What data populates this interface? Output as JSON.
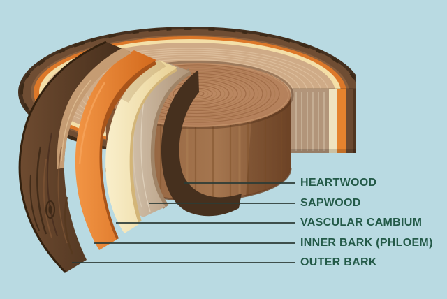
{
  "diagram": {
    "subject": "tree-trunk-cross-section",
    "labels": [
      {
        "id": "heartwood",
        "text": "HEARTWOOD"
      },
      {
        "id": "sapwood",
        "text": "SAPWOOD"
      },
      {
        "id": "vascular-cambium",
        "text": "VASCULAR CAMBIUM"
      },
      {
        "id": "inner-bark",
        "text": "INNER BARK (PHLOEM)"
      },
      {
        "id": "outer-bark",
        "text": "OUTER BARK"
      }
    ]
  },
  "colors": {
    "background": "#b9dae2",
    "label_text": "#235a48",
    "leader_line": "#2c3b36",
    "outer_bark": "#5d3e28",
    "inner_bark_phloem": "#e5812e",
    "vascular_cambium": "#f4dfa8",
    "sapwood": "#cfab87",
    "heartwood": "#b5815c"
  }
}
